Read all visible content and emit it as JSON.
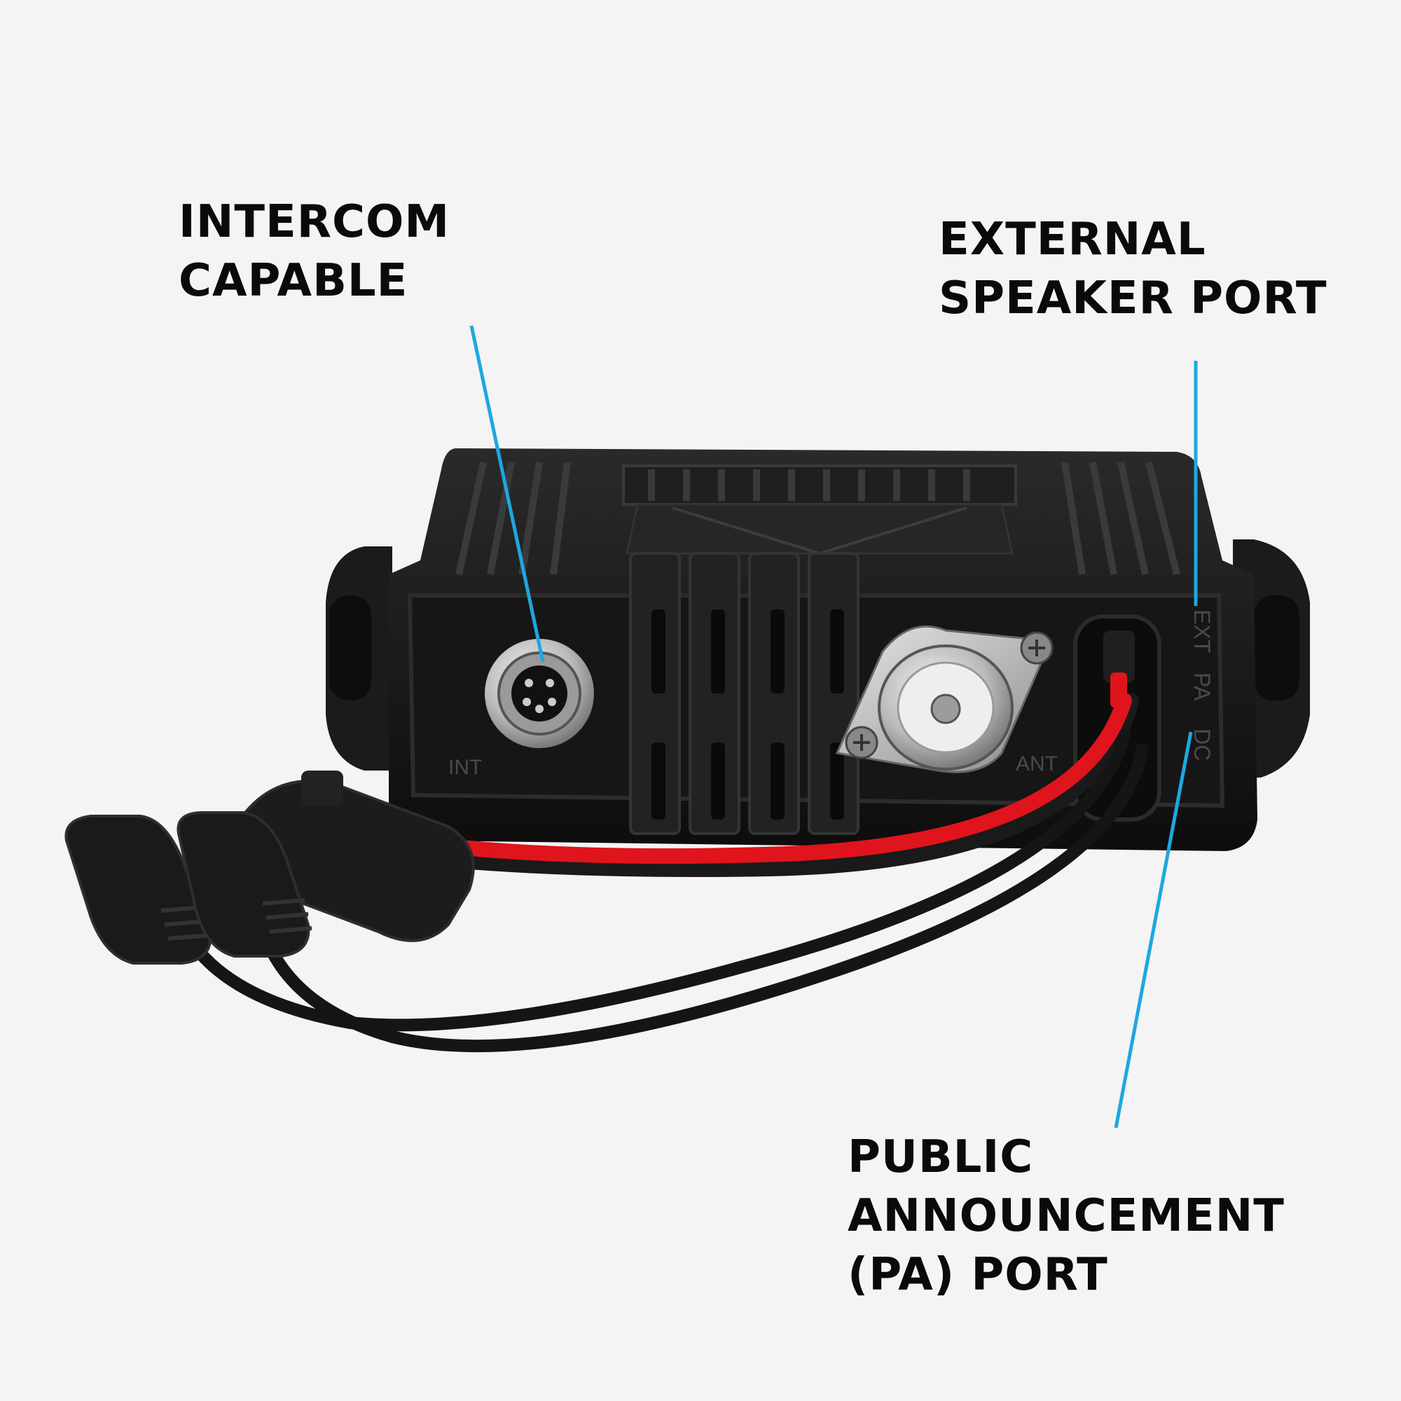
{
  "callouts": {
    "intercom": {
      "line1": "INTERCOM",
      "line2": "CAPABLE"
    },
    "external_speaker": {
      "line1": "EXTERNAL",
      "line2": "SPEAKER PORT"
    },
    "pa_port": {
      "line1": "PUBLIC",
      "line2": "ANNOUNCEMENT",
      "line3": "(PA) PORT"
    }
  },
  "panel_labels": {
    "int": "INT",
    "ant": "ANT",
    "ext": "EXT",
    "pa": "PA",
    "dc": "DC"
  },
  "colors": {
    "background": "#f4f4f4",
    "leader_line": "#1ea7e0",
    "radio_body": "#141414",
    "red_wire": "#e0141c",
    "black_wire": "#1a1a1a"
  }
}
